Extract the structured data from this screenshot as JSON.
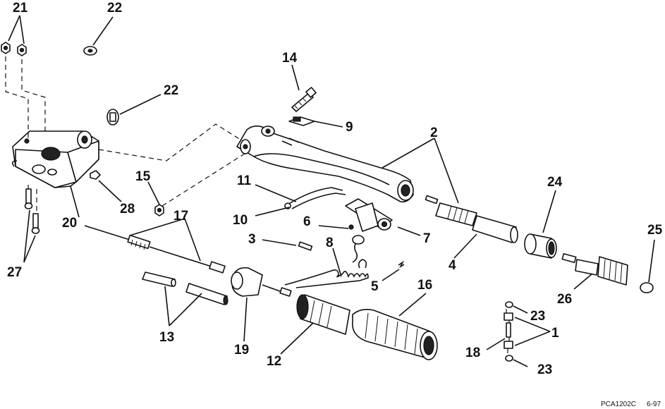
{
  "callouts": {
    "c21": "21",
    "c22a": "22",
    "c22b": "22",
    "c14": "14",
    "c9": "9",
    "c2": "2",
    "c11": "11",
    "c10": "10",
    "c6": "6",
    "c7": "7",
    "c3": "3",
    "c8": "8",
    "c5": "5",
    "c4": "4",
    "c24": "24",
    "c25": "25",
    "c26": "26",
    "c15": "15",
    "c28": "28",
    "c20": "20",
    "c17": "17",
    "c13": "13",
    "c19": "19",
    "c12": "12",
    "c16": "16",
    "c27": "27",
    "c23a": "23",
    "c1": "1",
    "c18": "18",
    "c23b": "23"
  },
  "footer": {
    "code": "PCA1202C",
    "date": "6-97"
  }
}
